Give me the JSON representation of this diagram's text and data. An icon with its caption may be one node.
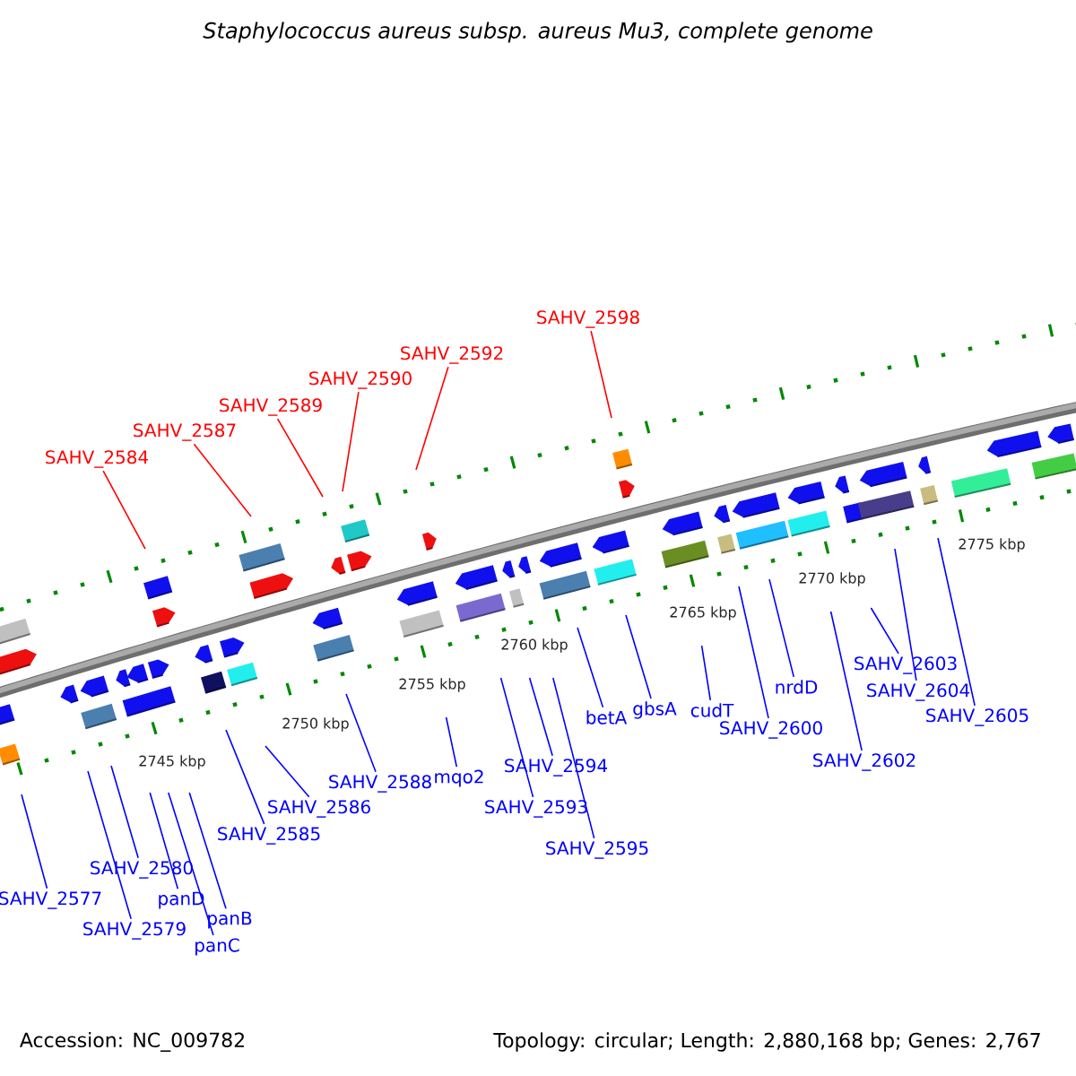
{
  "diagram": {
    "title": "Staphylococcus aureus subsp. aureus Mu3, complete genome",
    "nodes": [
      {
        "text": [
          "SAHV_2584"
        ]
      },
      {
        "text": [
          "SAHV_2587"
        ]
      },
      {
        "text": [
          "SAHV_2589"
        ]
      },
      {
        "text": [
          "SAHV_2590"
        ]
      },
      {
        "text": [
          "SAHV_2592"
        ]
      },
      {
        "text": [
          "SAHV_2598"
        ]
      },
      {
        "text": [
          "SAHV_2577"
        ]
      },
      {
        "text": [
          "SAHV_2579"
        ]
      },
      {
        "text": [
          "SAHV_2580"
        ]
      },
      {
        "text": [
          "panD"
        ]
      },
      {
        "text": [
          "panC"
        ]
      },
      {
        "text": [
          "panB"
        ]
      },
      {
        "text": [
          "SAHV_2585"
        ]
      },
      {
        "text": [
          "SAHV_2586"
        ]
      },
      {
        "text": [
          "SAHV_2588"
        ]
      },
      {
        "text": [
          "mqo2"
        ]
      },
      {
        "text": [
          "SAHV_2594"
        ]
      },
      {
        "text": [
          "SAHV_2593"
        ]
      },
      {
        "text": [
          "SAHV_2595"
        ]
      },
      {
        "text": [
          "betA"
        ]
      },
      {
        "text": [
          "gbsA"
        ]
      },
      {
        "text": [
          "cudT"
        ]
      },
      {
        "text": [
          "SAHV_2600"
        ]
      },
      {
        "text": [
          "nrdD"
        ]
      },
      {
        "text": [
          "SAHV_2602"
        ]
      },
      {
        "text": [
          "SAHV_2603"
        ]
      },
      {
        "text": [
          "SAHV_2604"
        ]
      },
      {
        "text": [
          "SAHV_2605"
        ]
      }
    ],
    "edges": [
      {
        "from": 0,
        "to": null,
        "arrow": "none",
        "color": "#ff0000"
      },
      {
        "from": 1,
        "to": null,
        "arrow": "none",
        "color": "#ff0000"
      },
      {
        "from": 2,
        "to": null,
        "arrow": "none",
        "color": "#ff0000"
      },
      {
        "from": 3,
        "to": null,
        "arrow": "none",
        "color": "#ff0000"
      },
      {
        "from": 4,
        "to": null,
        "arrow": "none",
        "color": "#ff0000"
      },
      {
        "from": 5,
        "to": null,
        "arrow": "none",
        "color": "#ff0000"
      },
      {
        "from": 6,
        "to": null,
        "arrow": "none"
      },
      {
        "from": 7,
        "to": null,
        "arrow": "none"
      },
      {
        "from": 8,
        "to": null,
        "arrow": "none"
      },
      {
        "from": 9,
        "to": null,
        "arrow": "none"
      },
      {
        "from": 10,
        "to": null,
        "arrow": "none"
      },
      {
        "from": 11,
        "to": null,
        "arrow": "none"
      },
      {
        "from": 12,
        "to": null,
        "arrow": "none"
      },
      {
        "from": 13,
        "to": null,
        "arrow": "none"
      },
      {
        "from": 14,
        "to": null,
        "arrow": "none"
      },
      {
        "from": 15,
        "to": null,
        "arrow": "none"
      },
      {
        "from": 16,
        "to": null,
        "arrow": "none"
      },
      {
        "from": 17,
        "to": null,
        "arrow": "none"
      },
      {
        "from": 18,
        "to": null,
        "arrow": "none"
      },
      {
        "from": 19,
        "to": null,
        "arrow": "none"
      },
      {
        "from": 20,
        "to": null,
        "arrow": "none"
      },
      {
        "from": 21,
        "to": null,
        "arrow": "none"
      },
      {
        "from": 22,
        "to": null,
        "arrow": "none"
      },
      {
        "from": 23,
        "to": null,
        "arrow": "none"
      },
      {
        "from": 24,
        "to": null,
        "arrow": "none"
      },
      {
        "from": 25,
        "to": null,
        "arrow": "none"
      },
      {
        "from": 26,
        "to": null,
        "arrow": "none"
      },
      {
        "from": 27,
        "to": null,
        "arrow": "none"
      }
    ],
    "labels": [
      "2745 kbp",
      "2750 kbp",
      "2755 kbp",
      "2760 kbp",
      "2765 kbp",
      "2770 kbp",
      "2775 kbp",
      "Accession: NC_009782",
      "Topology: circular; Length: 2,880,168 bp; Genes: 2,767"
    ]
  }
}
